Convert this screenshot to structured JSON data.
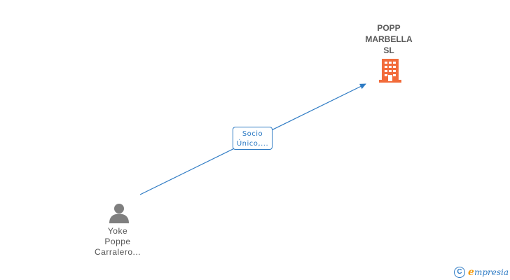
{
  "company": {
    "name_lines": [
      "POPP",
      "MARBELLA",
      "SL"
    ],
    "icon": "building-icon",
    "color": "#f26b3a"
  },
  "relation": {
    "label_lines": [
      "Socio",
      "Único,..."
    ],
    "color": "#2e7bc4"
  },
  "person": {
    "name_lines": [
      "Yoke",
      "Poppe",
      "Carralero..."
    ],
    "icon": "person-icon",
    "color": "#7f7f7f"
  },
  "watermark": {
    "symbol": "C",
    "brand_initial": "e",
    "brand_rest": "mpresia"
  }
}
